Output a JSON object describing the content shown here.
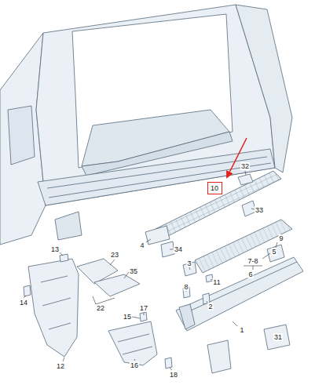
{
  "diagram": {
    "nodes": [
      {
        "text": [
          "10"
        ]
      }
    ],
    "labels": [
      "32",
      "33",
      "4",
      "34",
      "13",
      "14",
      "23",
      "35",
      "22",
      "3",
      "11",
      "8",
      "2",
      "7-8",
      "6",
      "9",
      "5",
      "1",
      "17",
      "15",
      "12",
      "16",
      "18",
      "31"
    ]
  }
}
